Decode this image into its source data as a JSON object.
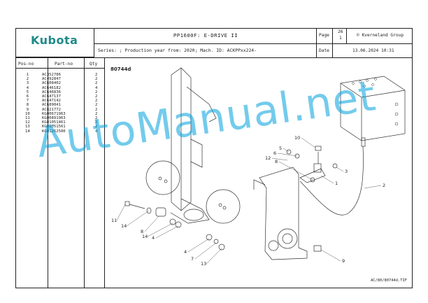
{
  "header": {
    "logo": "Kubota",
    "title": "PP1600F: E-DRIVE II",
    "page_label": "Page",
    "page_number": "26",
    "page_sub": "1",
    "copyright": "© Kverneland Group",
    "series_line": "Series: ; Production year from: 2020; Mach. ID: ACKPPxx224-",
    "date_label": "Date",
    "date_value": "13.06.2024  10:31"
  },
  "table": {
    "headers": {
      "pos": "Pos-no",
      "part": "Part-no",
      "qty": "Qty"
    },
    "pos": [
      "1",
      "2",
      "3",
      "4",
      "5",
      "6",
      "7",
      "8",
      "9",
      "10",
      "11",
      "12",
      "13",
      "14"
    ],
    "part": [
      "AC352786",
      "AC492847",
      "AC608402",
      "AC646182",
      "AC646836",
      "AC647137",
      "AC647142",
      "AC689041",
      "AC821772",
      "KG00671963",
      "KG00891963",
      "KG01051461",
      "KG01051561",
      "KG01262500"
    ],
    "qty": [
      "2",
      "2",
      "2",
      "4",
      "2",
      "2",
      "2",
      "2",
      "2",
      "2",
      "2",
      "2",
      "2",
      "4"
    ]
  },
  "drawing": {
    "figure_id": "80744d",
    "callouts": [
      "1",
      "2",
      "3",
      "4",
      "5",
      "6",
      "7",
      "8",
      "9",
      "10",
      "11",
      "12",
      "13",
      "14"
    ],
    "left_callouts": [
      "11",
      "14",
      "8",
      "14",
      "4",
      "4",
      "7",
      "13"
    ],
    "right_callouts": [
      "10",
      "5",
      "6",
      "12",
      "8",
      "3",
      "1",
      "2",
      "9"
    ]
  },
  "footer": {
    "ref": "AC/80/80744d.TIF"
  },
  "watermark": "AutoManual.net"
}
